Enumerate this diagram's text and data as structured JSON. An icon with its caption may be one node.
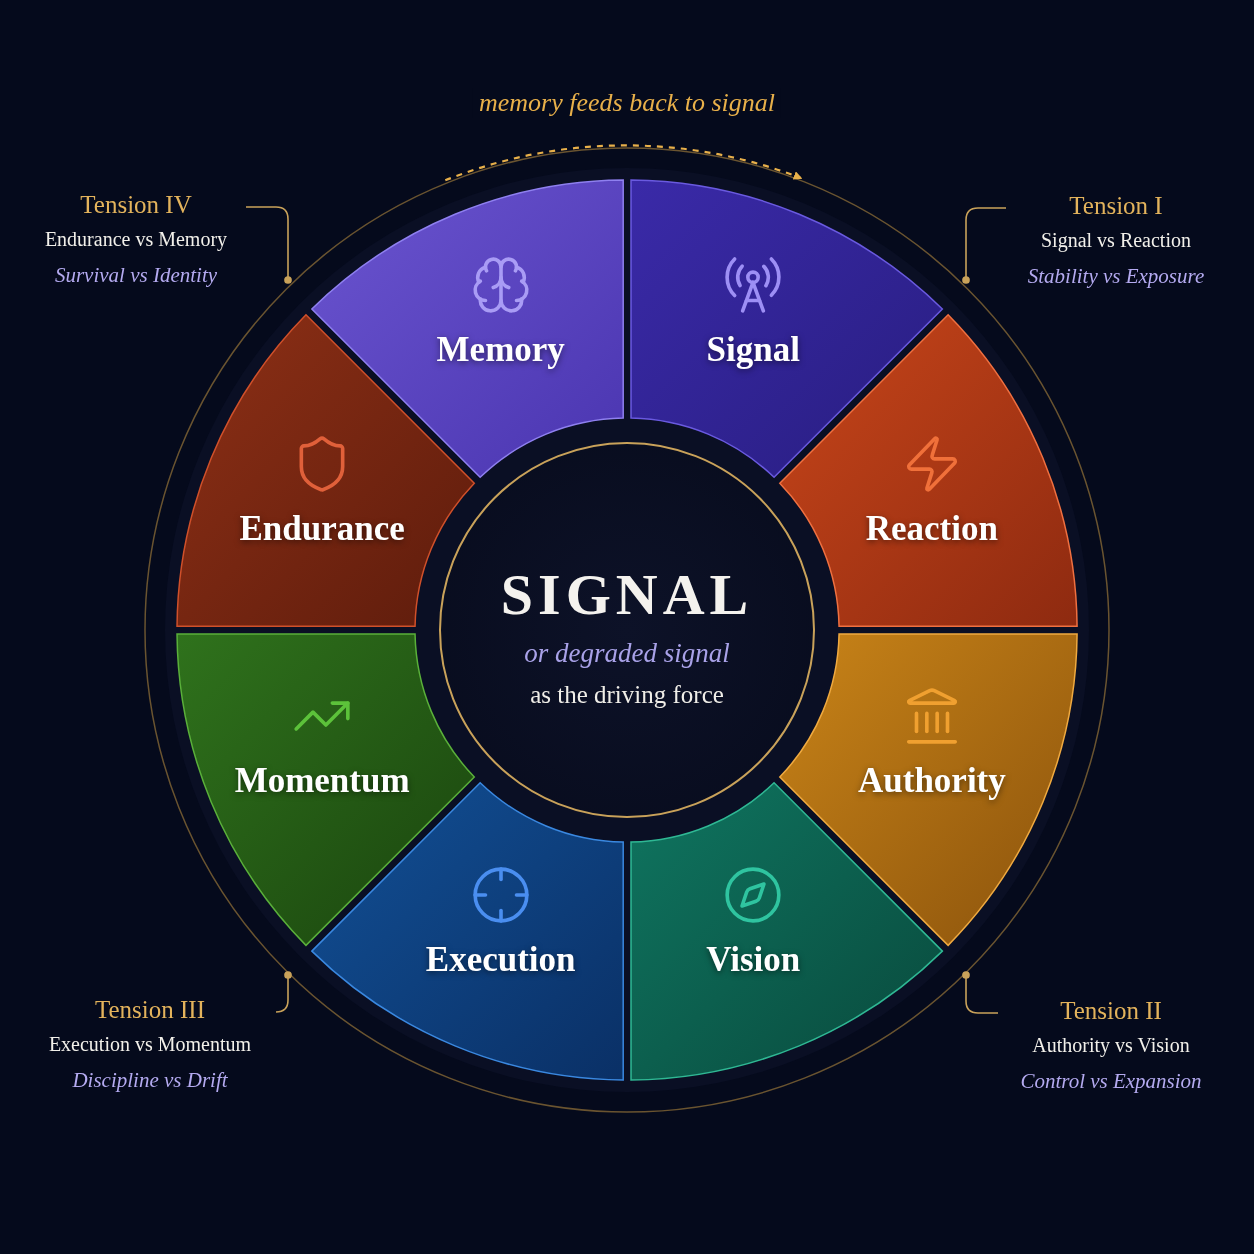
{
  "diagram": {
    "nodes": [
      {
        "text": [
          "Tension IV",
          "Endurance vs Memory",
          "Survival vs Identity"
        ]
      },
      {
        "text": [
          "Tension I",
          "Signal vs Reaction",
          "Stability vs Exposure"
        ]
      },
      {
        "text": [
          "Memory"
        ]
      },
      {
        "text": [
          "Signal"
        ]
      },
      {
        "text": [
          "Endurance"
        ]
      },
      {
        "text": [
          "Reaction"
        ]
      },
      {
        "text": [
          "SIGNAL",
          "or degraded signal",
          "as the driving force"
        ]
      },
      {
        "text": [
          "Momentum"
        ]
      },
      {
        "text": [
          "Authority"
        ]
      },
      {
        "text": [
          "Execution"
        ]
      },
      {
        "text": [
          "Vision"
        ]
      },
      {
        "text": [
          "Tension III",
          "Execution vs Momentum",
          "Discipline vs Drift"
        ]
      },
      {
        "text": [
          "Tension II",
          "Authority vs Vision",
          "Control vs Expansion"
        ]
      }
    ],
    "edges": [
      {
        "from": 2,
        "to": 3,
        "arrow": "to",
        "style": "dashed",
        "color": "#e8b04a",
        "label": "memory feeds back to signal"
      },
      {
        "from": 0,
        "to": null,
        "arrow": "other"
      },
      {
        "from": 1,
        "to": null,
        "arrow": "other"
      },
      {
        "from": 11,
        "to": null,
        "arrow": "other"
      },
      {
        "from": 12,
        "to": null,
        "arrow": "other"
      }
    ]
  }
}
